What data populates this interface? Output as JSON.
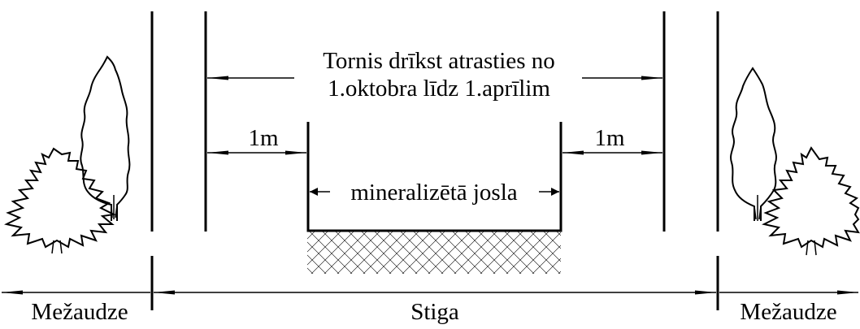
{
  "annotation": {
    "line1": "Tornis drīkst atrasties no",
    "line2": "1.oktobra līdz 1.aprīlim"
  },
  "left_gap_label": "1m",
  "right_gap_label": "1m",
  "strip_label": "mineralizētā josla",
  "zones": {
    "left_forest": "Mežaudze",
    "clearing": "Stiga",
    "right_forest": "Mežaudze"
  }
}
